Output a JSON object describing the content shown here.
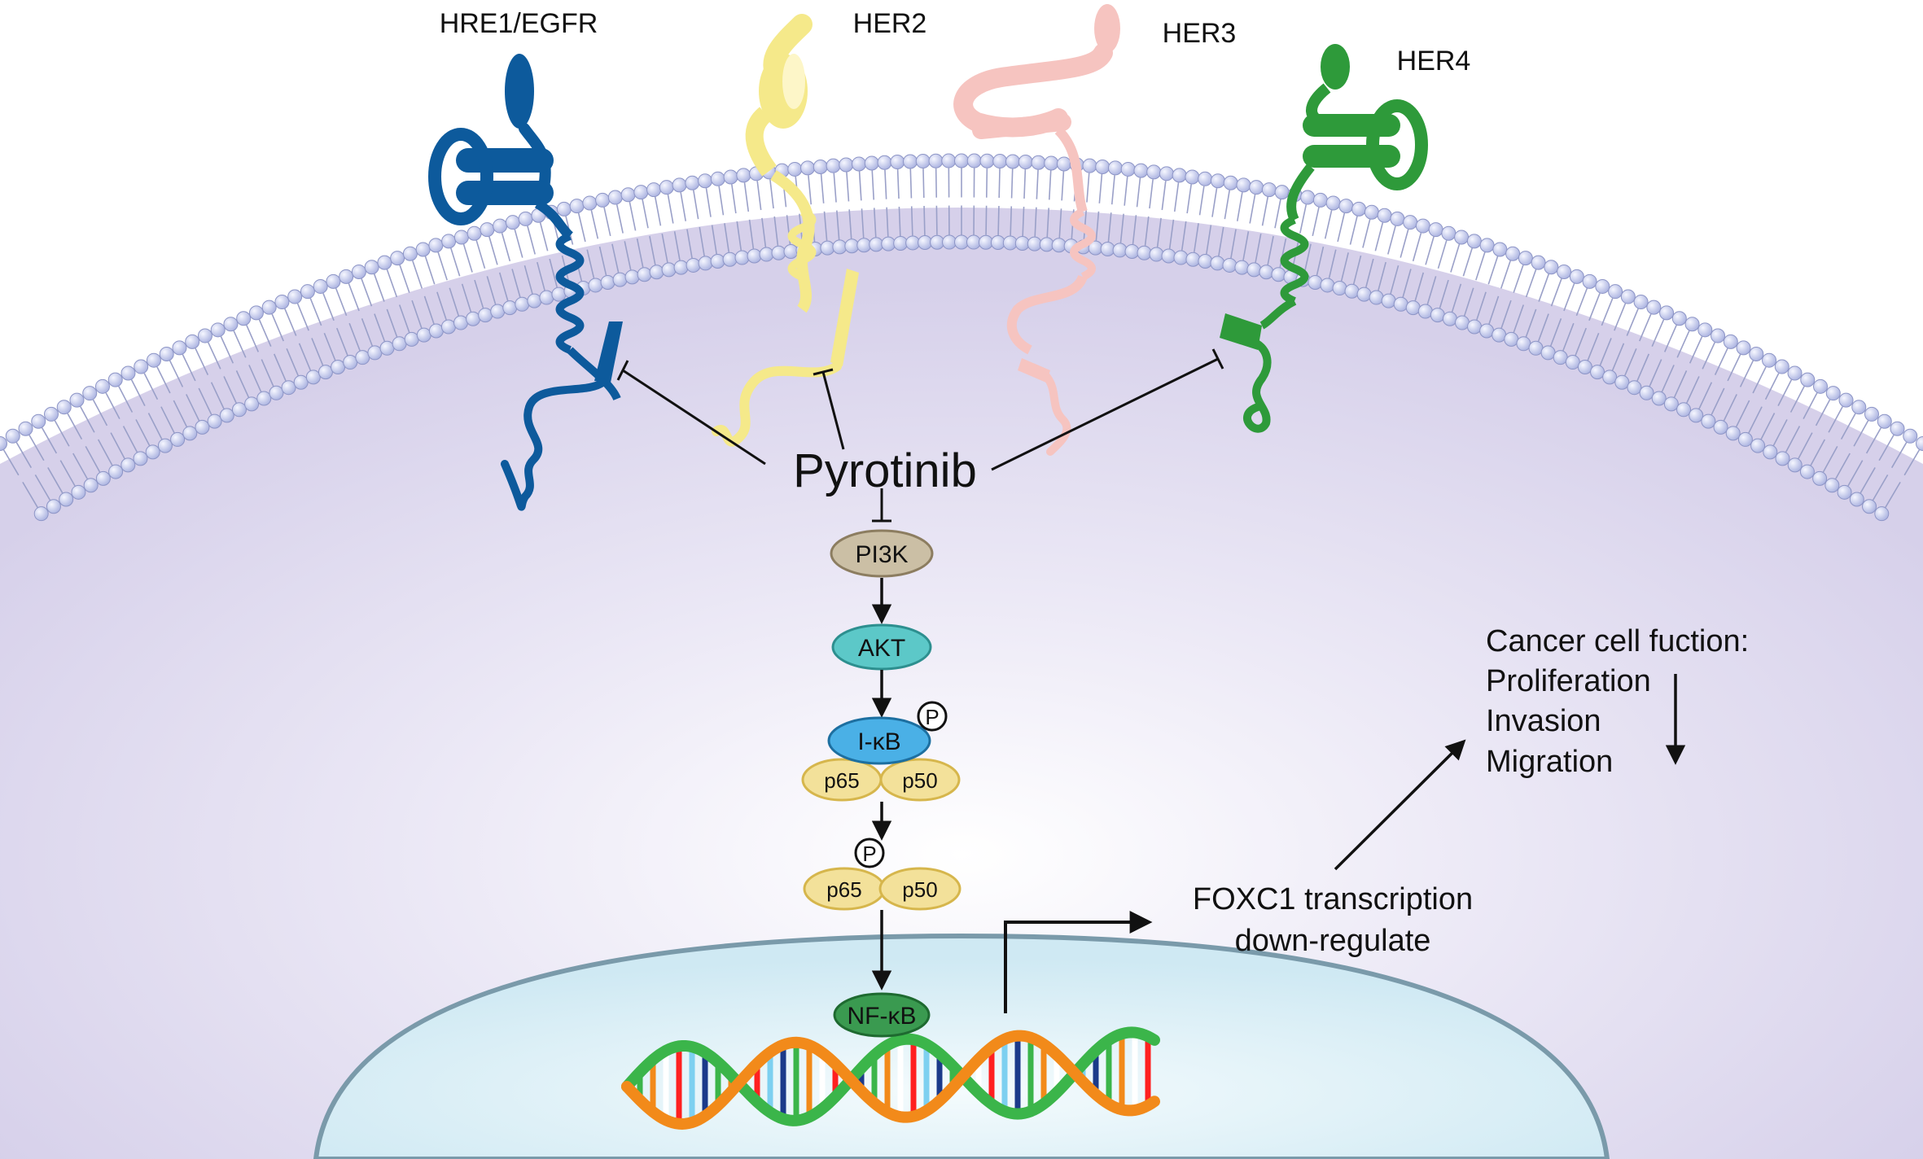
{
  "receptors": [
    {
      "label": "HRE1/EGFR",
      "color": "#0d5a9c"
    },
    {
      "label": "HER2",
      "color": "#f5e98a"
    },
    {
      "label": "HER3",
      "color": "#f6c4c0"
    },
    {
      "label": "HER4",
      "color": "#2e9a3a"
    }
  ],
  "drug": {
    "label": "Pyrotinib"
  },
  "pathway": {
    "pi3k": "PI3K",
    "akt": "AKT",
    "ikb": "I-κB",
    "phospho": "P",
    "p65": "p65",
    "p50": "p50",
    "nfkb": "NF-κB"
  },
  "outcome": {
    "foxc1_line1": "FOXC1 transcription",
    "foxc1_line2": "down-regulate",
    "function_title": "Cancer cell fuction:",
    "functions": [
      "Proliferation",
      "Invasion",
      "Migration"
    ]
  },
  "colors": {
    "cytoplasm": "#ddd8ee",
    "nucleus": "#d8eef6",
    "nucleus_border": "#7a9aaa",
    "membrane_head": "#b8bfe8",
    "pi3k": "#cbbfa5",
    "akt": "#5cc8c8",
    "ikb": "#4ab0e6",
    "p65p50": "#f3e19a",
    "nfkb": "#3a9a50",
    "dna_orange": "#f28a1a",
    "dna_green": "#3bb54a"
  }
}
